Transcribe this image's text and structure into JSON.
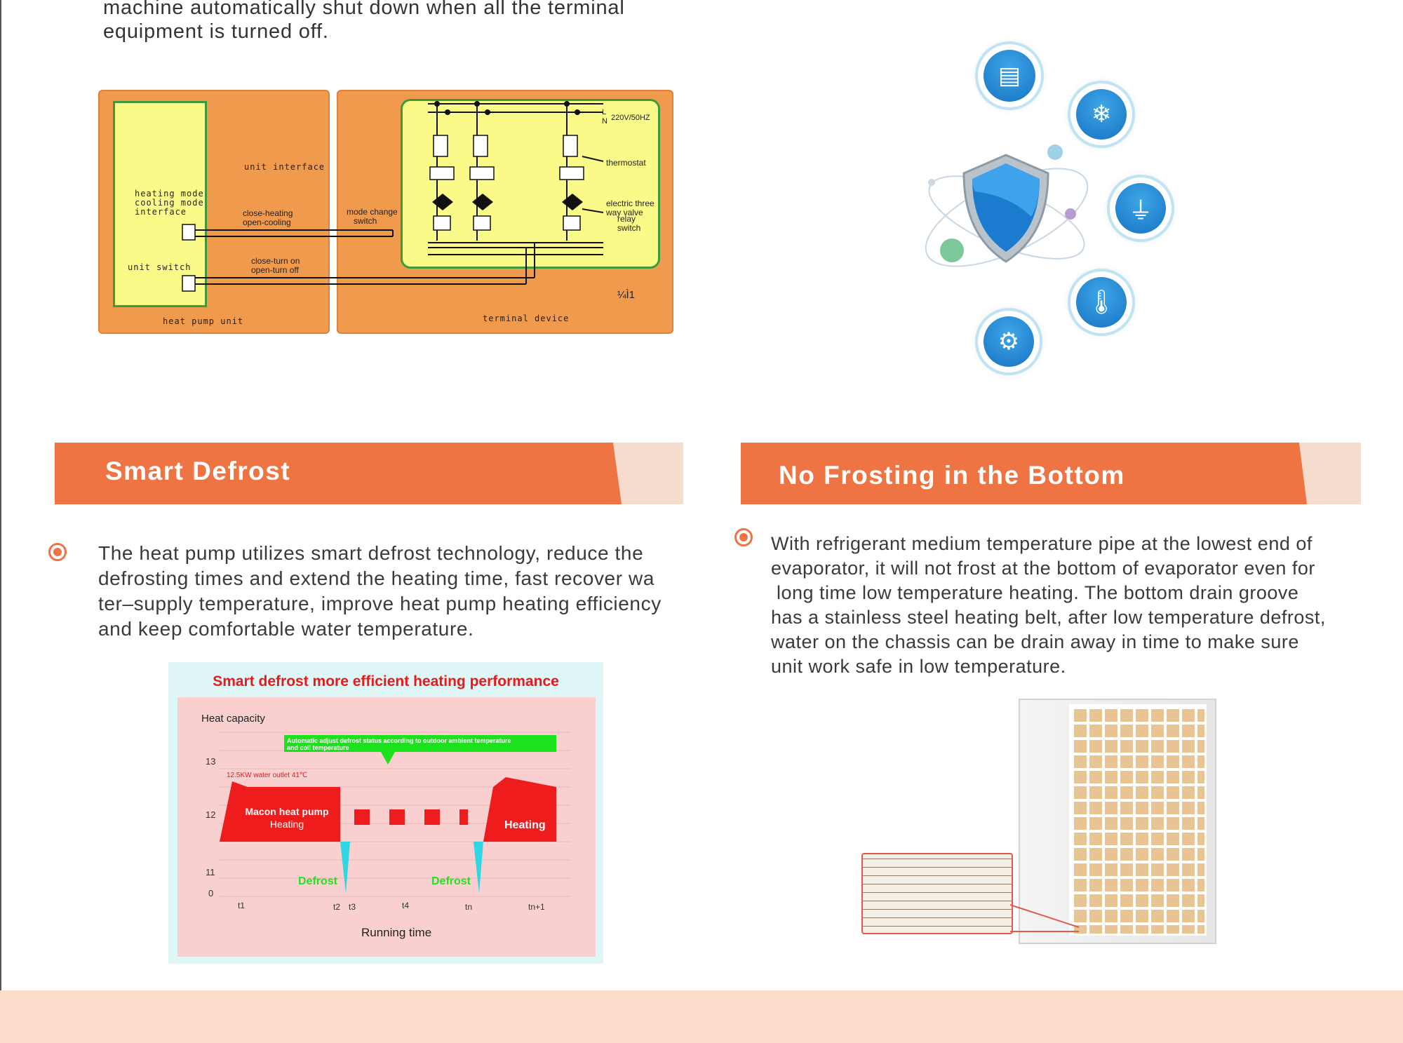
{
  "intro": {
    "line1": "machine automatically shut down when all the terminal",
    "line2": "equipment is turned off."
  },
  "wiring": {
    "heat_pump_panel": {
      "unit_interface": "unit interface",
      "mode_interface_1": "heating mode",
      "mode_interface_2": "cooling mode",
      "mode_interface_3": "interface",
      "close_heating": "close-heating",
      "open_cooling": "open-cooling",
      "unit_switch": "unit switch",
      "close_turn_on": "close-turn on",
      "open_turn_off": "open-turn off",
      "footer": "heat pump unit"
    },
    "terminal_panel": {
      "mode_change_1": "mode change",
      "mode_change_2": "switch",
      "l": "L",
      "n": "N",
      "voltage": "220V/50HZ",
      "thermostat": "thermostat",
      "valve_1": "electric three",
      "valve_2": "way valve",
      "relay": "relay",
      "switch": "switch",
      "note": "¼Ì1",
      "footer": "terminal device"
    }
  },
  "icons": [
    "shield-icon",
    "water-tower-icon",
    "snowflake-drops-icon",
    "plug-icon",
    "thermometer-icon",
    "compressor-icon"
  ],
  "sections": {
    "defrost": {
      "title": "Smart Defrost",
      "lines": [
        "The heat pump utilizes smart defrost technology, reduce the",
        "defrosting times and extend the heating time, fast recover wa",
        "ter–supply temperature, improve heat pump heating efficiency",
        "and keep comfortable water temperature."
      ]
    },
    "bottom": {
      "title": "No Frosting in the Bottom",
      "lines": [
        "With refrigerant medium temperature pipe at the lowest end of",
        "evaporator, it will not frost at the bottom of evaporator even for",
        " long time low temperature heating. The bottom drain groove",
        "has a stainless steel heating belt, after low temperature defrost,",
        "water on the chassis can be drain away in time to make sure",
        "unit work safe in low temperature."
      ]
    }
  },
  "chart": {
    "title": "Smart defrost more efficient heating performance",
    "ylabel": "Heat  capacity",
    "xlabel": "Running time",
    "yticks": [
      "13",
      "12",
      "11",
      "0"
    ],
    "xticks": [
      "t1",
      "t2",
      "t3",
      "t4",
      "tn",
      "tn+1"
    ],
    "annotation_1": "Automatic adjust defrost status according to outdoor ambient temperature",
    "annotation_2": "and coil temperature",
    "note": "12.5KW water outlet 41℃",
    "block1_l1": "Macon heat pump",
    "block1_l2": "Heating",
    "block2": "Heating",
    "defrost_1": "Defrost",
    "defrost_2": "Defrost"
  },
  "colors": {
    "banner": "#ef7443",
    "banner_tail": "#f6dccc",
    "footer": "#fcdcca",
    "chart_red": "#ee1c1c",
    "chart_green": "#1be31b",
    "chart_cyan": "#2ed7e3"
  }
}
